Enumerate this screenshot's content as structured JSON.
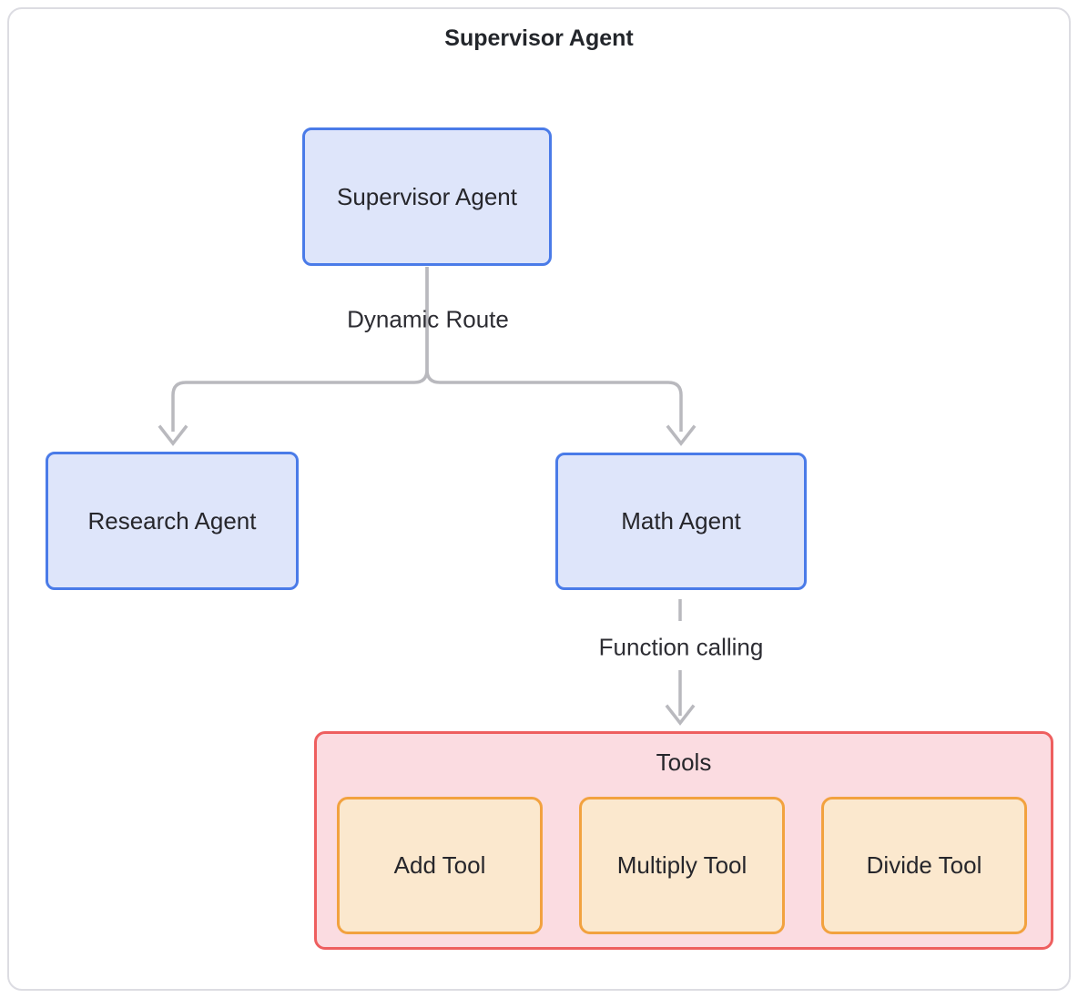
{
  "diagram": {
    "title": "Supervisor Agent",
    "nodes": {
      "supervisor": {
        "label": "Supervisor Agent"
      },
      "research": {
        "label": "Research Agent"
      },
      "math": {
        "label": "Math Agent"
      },
      "add_tool": {
        "label": "Add Tool"
      },
      "multiply_tool": {
        "label": "Multiply Tool"
      },
      "divide_tool": {
        "label": "Divide Tool"
      }
    },
    "groups": {
      "tools": {
        "label": "Tools"
      }
    },
    "edges": {
      "dynamic_route": {
        "label": "Dynamic Route",
        "from": "supervisor",
        "to": [
          "research",
          "math"
        ],
        "style": "solid"
      },
      "function_calling": {
        "label": "Function calling",
        "from": "math",
        "to": "tools",
        "style": "dashed"
      }
    },
    "colors": {
      "agent_fill": "#dee5fa",
      "agent_border": "#4a7be8",
      "tools_group_fill": "#fbdce1",
      "tools_group_border": "#ee5f5f",
      "tool_fill": "#fbe8ce",
      "tool_border": "#f2a23f",
      "edge_stroke": "#b9b9be",
      "text": "#26262b",
      "frame_border": "#dcdce2"
    }
  }
}
